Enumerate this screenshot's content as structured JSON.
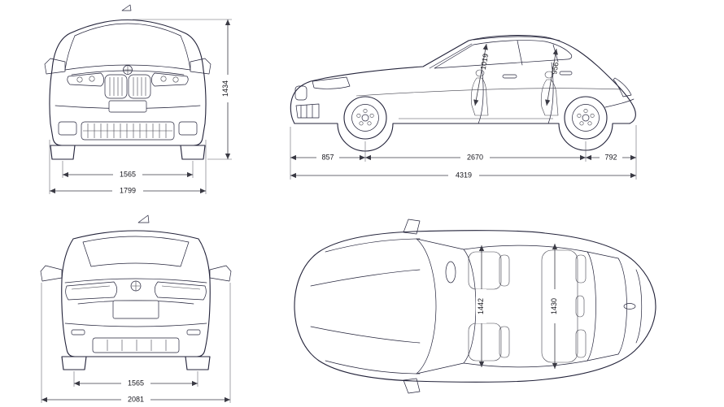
{
  "colors": {
    "line": "#23233a",
    "dimension": "#3a3a44",
    "background": "#ffffff"
  },
  "views": {
    "front": {
      "height": "1434",
      "track": "1565",
      "width": "1799"
    },
    "side": {
      "cabin_front": "1019",
      "cabin_rear": "956",
      "front_overhang": "857",
      "wheelbase": "2670",
      "rear_overhang": "792",
      "length": "4319"
    },
    "rear": {
      "track": "1565",
      "width_with_mirrors": "2081"
    },
    "top": {
      "interior_width_front": "1442",
      "interior_width_rear": "1430"
    }
  }
}
